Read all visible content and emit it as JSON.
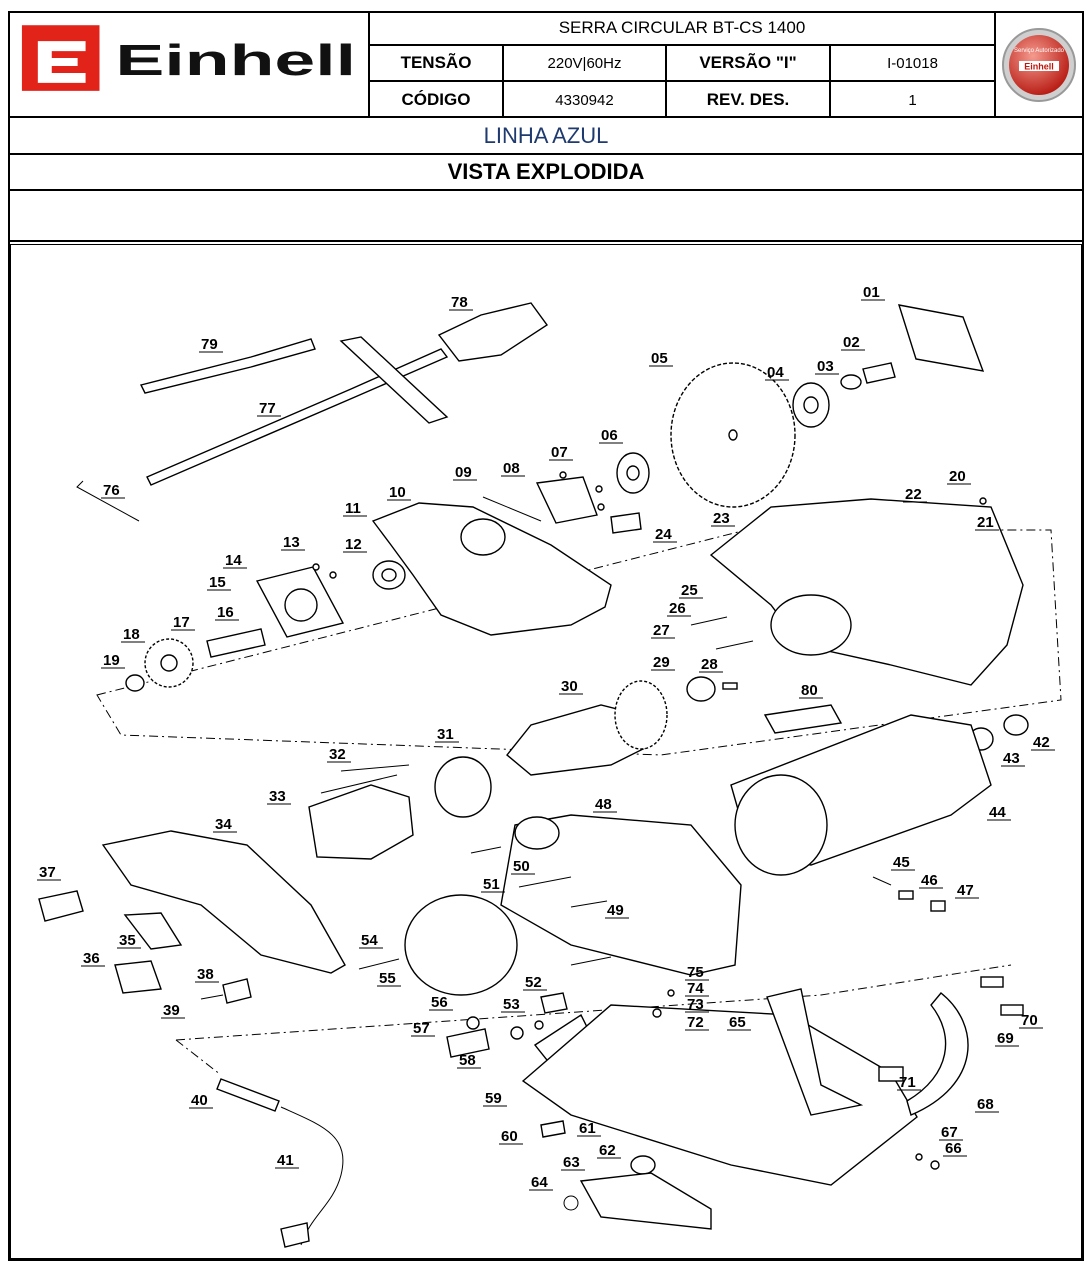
{
  "header": {
    "brand": "Einhell",
    "product_title": "SERRA CIRCULAR BT-CS 1400",
    "tensao_label": "TENSÃO",
    "tensao_value": "220V|60Hz",
    "versao_label": "VERSÃO \"I\"",
    "versao_value": "I-01018",
    "codigo_label": "CÓDIGO",
    "codigo_value": "4330942",
    "revdes_label": "REV. DES.",
    "revdes_value": "1",
    "seal_brand": "Einhell",
    "seal_text": "Serviço Autorizado"
  },
  "line_label": "LINHA AZUL",
  "view_label": "VISTA EXPLODIDA",
  "colors": {
    "brand_red": "#e2231a",
    "line_blue": "#1f3a6e"
  },
  "parts": [
    "01",
    "02",
    "03",
    "04",
    "05",
    "06",
    "07",
    "08",
    "09",
    "10",
    "11",
    "12",
    "13",
    "14",
    "15",
    "16",
    "17",
    "18",
    "19",
    "20",
    "21",
    "22",
    "23",
    "24",
    "25",
    "26",
    "27",
    "28",
    "29",
    "30",
    "31",
    "32",
    "33",
    "34",
    "35",
    "36",
    "37",
    "38",
    "39",
    "40",
    "41",
    "42",
    "43",
    "44",
    "45",
    "46",
    "47",
    "48",
    "49",
    "50",
    "51",
    "52",
    "53",
    "54",
    "55",
    "56",
    "57",
    "58",
    "59",
    "60",
    "61",
    "62",
    "63",
    "64",
    "65",
    "66",
    "67",
    "68",
    "69",
    "70",
    "71",
    "72",
    "73",
    "74",
    "75",
    "76",
    "77",
    "78",
    "79",
    "80"
  ]
}
